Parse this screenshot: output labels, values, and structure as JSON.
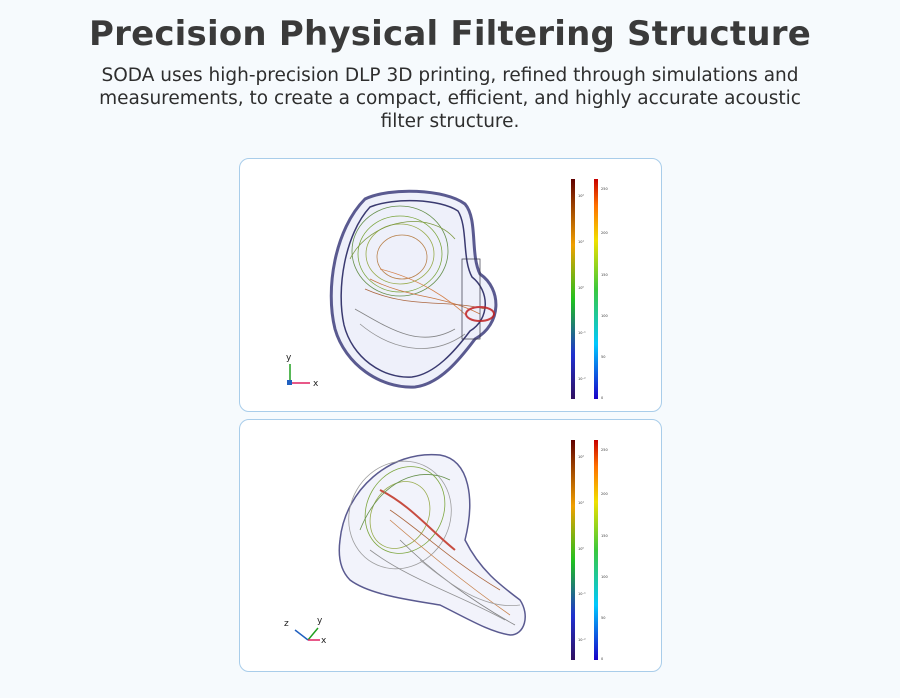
{
  "header": {
    "title": "Precision Physical Filtering Structure",
    "description": "SODA uses high-precision DLP 3D printing, refined through simulations and measurements, to create a compact, efficient, and highly accurate acoustic filter structure."
  },
  "panels": [
    {
      "view": "front",
      "axes": {
        "vertical": "y",
        "horizontal": "x"
      },
      "colorbar_left_ticks": [
        "10²",
        "10¹",
        "10⁰",
        "10⁻¹",
        "10⁻²"
      ],
      "colorbar_right_ticks": [
        "250",
        "200",
        "150",
        "100",
        "50",
        "0"
      ]
    },
    {
      "view": "isometric",
      "axes": {
        "a": "z",
        "b": "y",
        "c": "x"
      },
      "colorbar_left_ticks": [
        "10²",
        "10¹",
        "10⁰",
        "10⁻¹",
        "10⁻²"
      ],
      "colorbar_right_ticks": [
        "250",
        "200",
        "150",
        "100",
        "50",
        "0"
      ]
    }
  ],
  "colors": {
    "panel_border": "#a9cdea",
    "title": "#3a3a3a"
  }
}
